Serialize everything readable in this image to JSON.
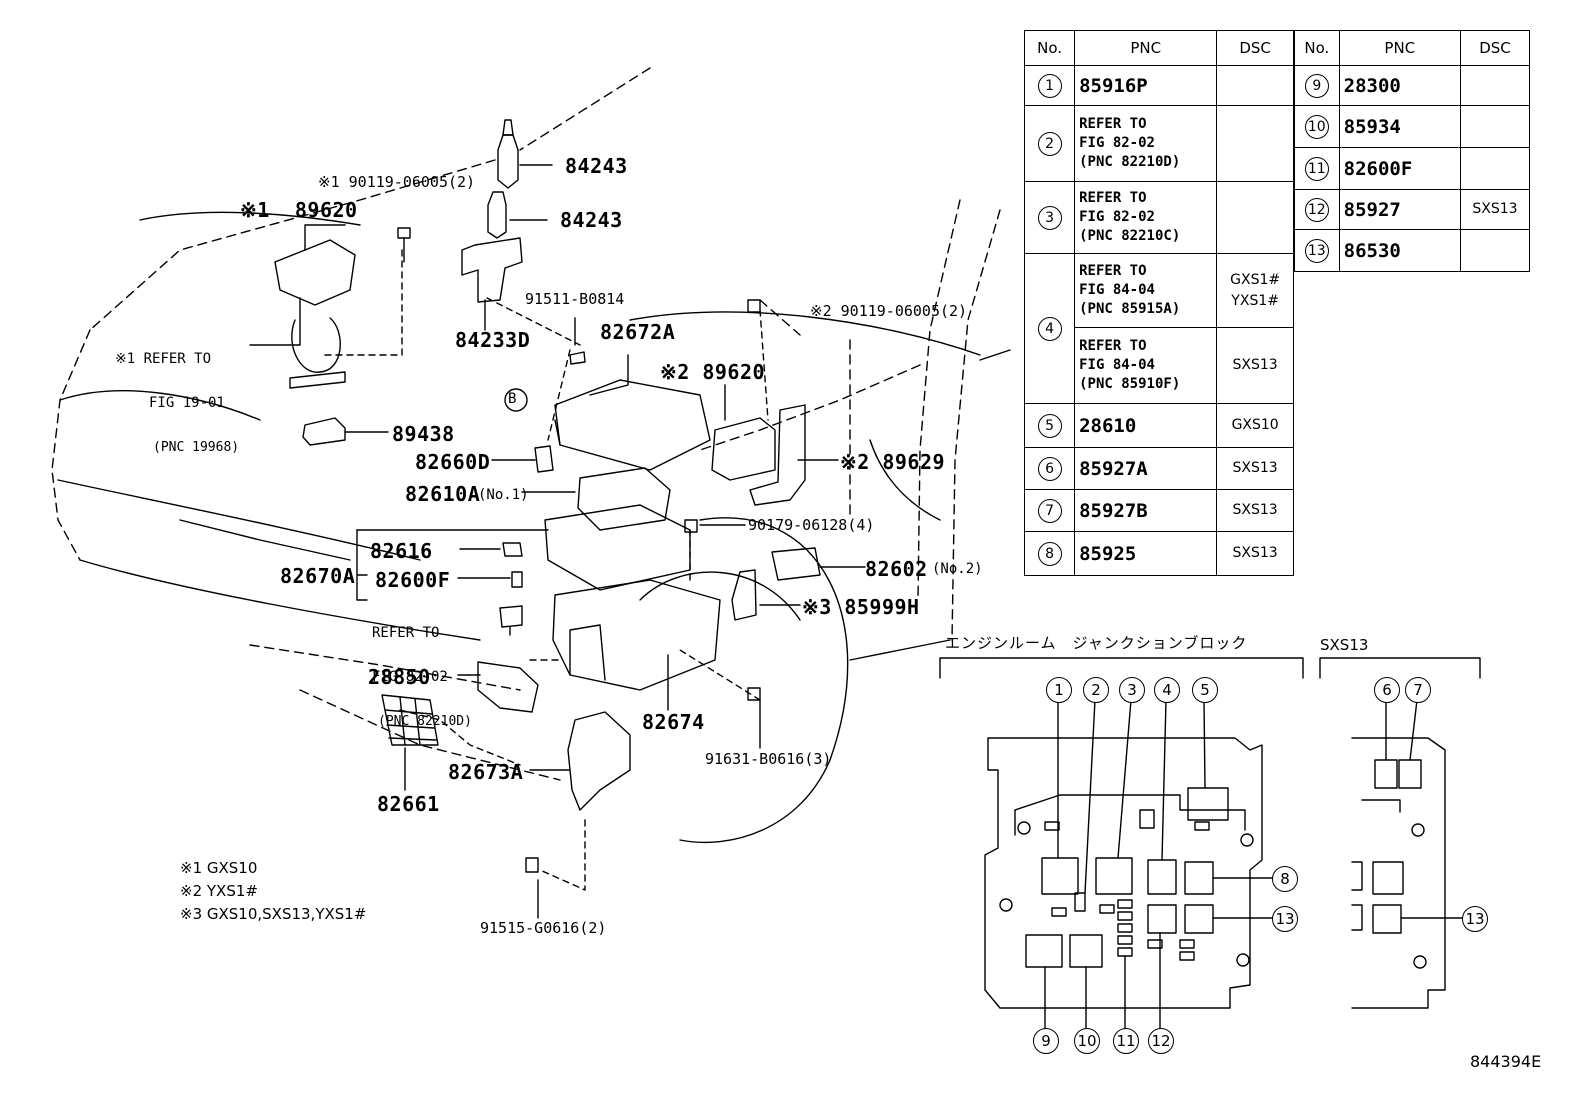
{
  "parts": [
    {
      "id": "p84243a",
      "text": "84243"
    },
    {
      "id": "p84243b",
      "text": "84243"
    },
    {
      "id": "p90119a",
      "text": "※1 90119-06005(2)"
    },
    {
      "id": "p89620a",
      "text": "※1  89620"
    },
    {
      "id": "p91511",
      "text": "91511-B0814"
    },
    {
      "id": "p82672A",
      "text": "82672A"
    },
    {
      "id": "p90119b",
      "text": "※2 90119-06005(2)"
    },
    {
      "id": "p84233D",
      "text": "84233D"
    },
    {
      "id": "p89620b",
      "text": "※2 89620"
    },
    {
      "id": "p89438",
      "text": "89438"
    },
    {
      "id": "p82660D",
      "text": "82660D"
    },
    {
      "id": "p89629",
      "text": "※2 89629"
    },
    {
      "id": "p82610A",
      "text": "82610A"
    },
    {
      "id": "p82610Asub",
      "text": "(No.1)"
    },
    {
      "id": "p90179",
      "text": "90179-06128(4)"
    },
    {
      "id": "p82616",
      "text": "82616"
    },
    {
      "id": "p82670A",
      "text": "82670A"
    },
    {
      "id": "p82600F",
      "text": "82600F"
    },
    {
      "id": "p82602",
      "text": "82602"
    },
    {
      "id": "p82602sub",
      "text": "(No.2)"
    },
    {
      "id": "p85999H",
      "text": "※3 85999H"
    },
    {
      "id": "p28850",
      "text": "28850"
    },
    {
      "id": "p82674",
      "text": "82674"
    },
    {
      "id": "p91631",
      "text": "91631-B0616(3)"
    },
    {
      "id": "p82673A",
      "text": "82673A"
    },
    {
      "id": "p82661",
      "text": "82661"
    },
    {
      "id": "p91515",
      "text": "91515-G0616(2)"
    }
  ],
  "refs": [
    {
      "id": "r1",
      "lines": [
        "※1 REFER TO",
        "FIG 19-01",
        "(PNC 19968)"
      ]
    },
    {
      "id": "r2",
      "lines": [
        "REFER TO",
        "FIG 82-02",
        "(PNC 82210D)"
      ]
    }
  ],
  "marker_b": "B",
  "notes": [
    "※1 GXS10",
    "※2 YXS1#",
    "※3 GXS10,SXS13,YXS1#"
  ],
  "table": {
    "headers": [
      "No.",
      "PNC",
      "DSC"
    ],
    "left": [
      {
        "no": "1",
        "pnc": "85916P",
        "dsc": ""
      },
      {
        "no": "2",
        "pnc": "REFER TO\nFIG 82-02\n(PNC 82210D)",
        "dsc": ""
      },
      {
        "no": "3",
        "pnc": "REFER TO\nFIG 82-02\n(PNC 82210C)",
        "dsc": ""
      },
      {
        "no": "4",
        "pnc": "REFER TO\nFIG 84-04\n(PNC 85915A)",
        "dsc": "GXS1#\nYXS1#"
      },
      {
        "no": "",
        "pnc": "REFER TO\nFIG 84-04\n(PNC 85910F)",
        "dsc": "SXS13"
      },
      {
        "no": "5",
        "pnc": "28610",
        "dsc": "GXS10"
      },
      {
        "no": "6",
        "pnc": "85927A",
        "dsc": "SXS13"
      },
      {
        "no": "7",
        "pnc": "85927B",
        "dsc": "SXS13"
      },
      {
        "no": "8",
        "pnc": "85925",
        "dsc": "SXS13"
      }
    ],
    "right": [
      {
        "no": "9",
        "pnc": "28300",
        "dsc": ""
      },
      {
        "no": "10",
        "pnc": "85934",
        "dsc": ""
      },
      {
        "no": "11",
        "pnc": "82600F",
        "dsc": ""
      },
      {
        "no": "12",
        "pnc": "85927",
        "dsc": "SXS13"
      },
      {
        "no": "13",
        "pnc": "86530",
        "dsc": ""
      }
    ]
  },
  "jb": {
    "title": "エンジンルーム　ジャンクションブロック",
    "title2": "SXS13",
    "callouts": [
      "1",
      "2",
      "3",
      "4",
      "5",
      "8",
      "13",
      "9",
      "10",
      "11",
      "12",
      "6",
      "7",
      "13"
    ]
  },
  "figure_id": "844394E"
}
